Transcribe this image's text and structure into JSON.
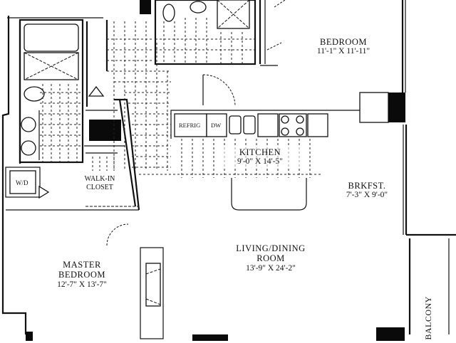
{
  "floorplan": {
    "rooms": [
      {
        "id": "bedroom",
        "name": "BEDROOM",
        "dimensions": "11'-1\" X 11'-11\""
      },
      {
        "id": "kitchen",
        "name": "KITCHEN",
        "dimensions": "9'-0\" X 14'-5\""
      },
      {
        "id": "breakfast",
        "name": "BRKFST.",
        "dimensions": "7'-3\" X 9'-0\""
      },
      {
        "id": "living",
        "name_line1": "LIVING/DINING",
        "name_line2": "ROOM",
        "dimensions": "13'-9\" X 24'-2\""
      },
      {
        "id": "master",
        "name_line1": "MASTER",
        "name_line2": "BEDROOM",
        "dimensions": "12'-7\" X 13'-7\""
      },
      {
        "id": "closet",
        "name_line1": "WALK-IN",
        "name_line2": "CLOSET"
      },
      {
        "id": "balcony",
        "name": "BALCONY"
      }
    ],
    "appliances": {
      "refrigerator": "REFRIG",
      "dishwasher": "DW",
      "washer_dryer": "W/D"
    },
    "colors": {
      "wall": "#111111",
      "background": "#ffffff"
    }
  }
}
